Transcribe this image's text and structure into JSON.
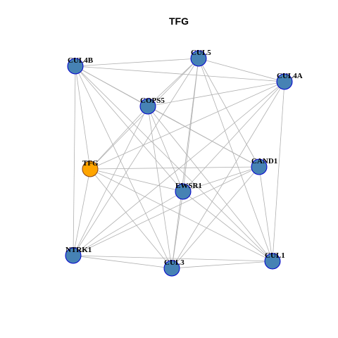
{
  "title": "TFG",
  "colors": {
    "node_default": "#4682B4",
    "node_focus": "#FFA500",
    "node_border_default": "#0000CD",
    "node_border_focus": "#8B4513",
    "edge": "#b0b0b0"
  },
  "network": {
    "focus": "TFG",
    "nodes": [
      {
        "id": "CUL4B",
        "label": "CUL4B"
      },
      {
        "id": "CUL5",
        "label": "CUL5"
      },
      {
        "id": "CUL4A",
        "label": "CUL4A"
      },
      {
        "id": "COPS5",
        "label": "COPS5"
      },
      {
        "id": "TFG",
        "label": "TFG"
      },
      {
        "id": "CAND1",
        "label": "CAND1"
      },
      {
        "id": "EWSR1",
        "label": "EWSR1"
      },
      {
        "id": "NTRK1",
        "label": "NTRK1"
      },
      {
        "id": "CUL3",
        "label": "CUL3"
      },
      {
        "id": "CUL1",
        "label": "CUL1"
      }
    ],
    "edges": [
      [
        "CUL4B",
        "CUL5"
      ],
      [
        "CUL4B",
        "CUL4A"
      ],
      [
        "CUL4B",
        "COPS5"
      ],
      [
        "CUL4B",
        "CAND1"
      ],
      [
        "CUL4B",
        "EWSR1"
      ],
      [
        "CUL4B",
        "NTRK1"
      ],
      [
        "CUL4B",
        "CUL3"
      ],
      [
        "CUL4B",
        "CUL1"
      ],
      [
        "CUL4B",
        "TFG"
      ],
      [
        "CUL5",
        "CUL4A"
      ],
      [
        "CUL5",
        "COPS5"
      ],
      [
        "CUL5",
        "TFG"
      ],
      [
        "CUL5",
        "NTRK1"
      ],
      [
        "CUL5",
        "EWSR1"
      ],
      [
        "CUL5",
        "CUL3"
      ],
      [
        "CUL5",
        "CUL1"
      ],
      [
        "CUL5",
        "CAND1"
      ],
      [
        "CUL4A",
        "COPS5"
      ],
      [
        "CUL4A",
        "TFG"
      ],
      [
        "CUL4A",
        "EWSR1"
      ],
      [
        "CUL4A",
        "CUL3"
      ],
      [
        "CUL4A",
        "CUL1"
      ],
      [
        "CUL4A",
        "NTRK1"
      ],
      [
        "COPS5",
        "TFG"
      ],
      [
        "COPS5",
        "CAND1"
      ],
      [
        "COPS5",
        "EWSR1"
      ],
      [
        "COPS5",
        "NTRK1"
      ],
      [
        "COPS5",
        "CUL3"
      ],
      [
        "COPS5",
        "CUL1"
      ],
      [
        "TFG",
        "CAND1"
      ],
      [
        "TFG",
        "EWSR1"
      ],
      [
        "TFG",
        "NTRK1"
      ],
      [
        "TFG",
        "CUL3"
      ],
      [
        "TFG",
        "CUL1"
      ],
      [
        "CAND1",
        "EWSR1"
      ],
      [
        "CAND1",
        "NTRK1"
      ],
      [
        "CAND1",
        "CUL3"
      ],
      [
        "CAND1",
        "CUL1"
      ],
      [
        "EWSR1",
        "NTRK1"
      ],
      [
        "EWSR1",
        "CUL3"
      ],
      [
        "EWSR1",
        "CUL1"
      ],
      [
        "NTRK1",
        "CUL3"
      ],
      [
        "NTRK1",
        "CUL1"
      ],
      [
        "CUL3",
        "CUL1"
      ]
    ]
  }
}
